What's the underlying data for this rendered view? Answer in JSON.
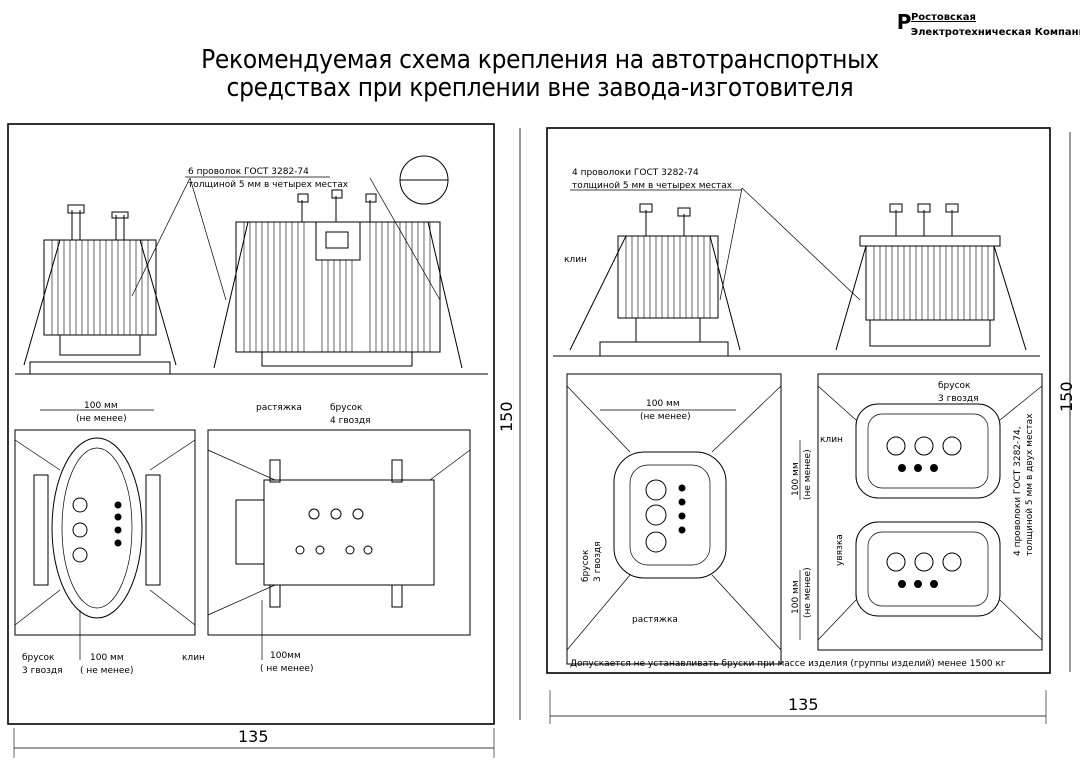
{
  "header": {
    "company_line1": "Ростовская",
    "company_line2": "Электротехническая Компания",
    "title_line1": "Рекомендуемая схема крепления на автотранспортных",
    "title_line2": "средствах при креплении вне завода-изготовителя"
  },
  "left_sheet": {
    "wire_note_1": "6 проволок ГОСТ 3282-74",
    "wire_note_2": "толщиной 5 мм в четырех местах",
    "dim_100_top": "100 мм",
    "dim_not_less_top": "(не менее)",
    "brace_label": "растяжка",
    "bar_label": "брусок",
    "bar_nails_4": "4 гвоздя",
    "bar_label_bottom": "брусок",
    "bar_nails_3": "3 гвоздя",
    "dim_100_bottom": "100 мм",
    "dim_not_less_bottom": "( не менее)",
    "wedge_label": "клин",
    "dim_100_right": "100мм",
    "dim_not_less_right": "( не менее)",
    "height_dim": "150",
    "width_dim": "135"
  },
  "right_sheet": {
    "wire_note_1": "4 проволоки ГОСТ 3282-74",
    "wire_note_2": "толщиной 5 мм в четырех местах",
    "wedge_label_top": "клин",
    "dim_100_top": "100 мм",
    "dim_not_less_top": "(не менее)",
    "bar_label_left": "брусок",
    "bar_nails_left": "3 гвоздя",
    "brace_label": "растяжка",
    "bar_label_right": "брусок",
    "bar_nails_right": "3 гвоздя",
    "wedge_label_right": "клин",
    "dim_100_mid": "100 мм",
    "dim_not_less_mid": "(не менее)",
    "tie_label": "увязка",
    "dim_100_low": "100 мм",
    "dim_not_less_low": "(не менее)",
    "wire_vert_1": "4 проволоки ГОСТ 3282-74,",
    "wire_vert_2": "толщиной 5 мм в двух местах",
    "note": "Допускается не устанавливать бруски при массе изделия (группы изделий) менее 1500 кг",
    "height_dim": "150",
    "width_dim": "135"
  }
}
